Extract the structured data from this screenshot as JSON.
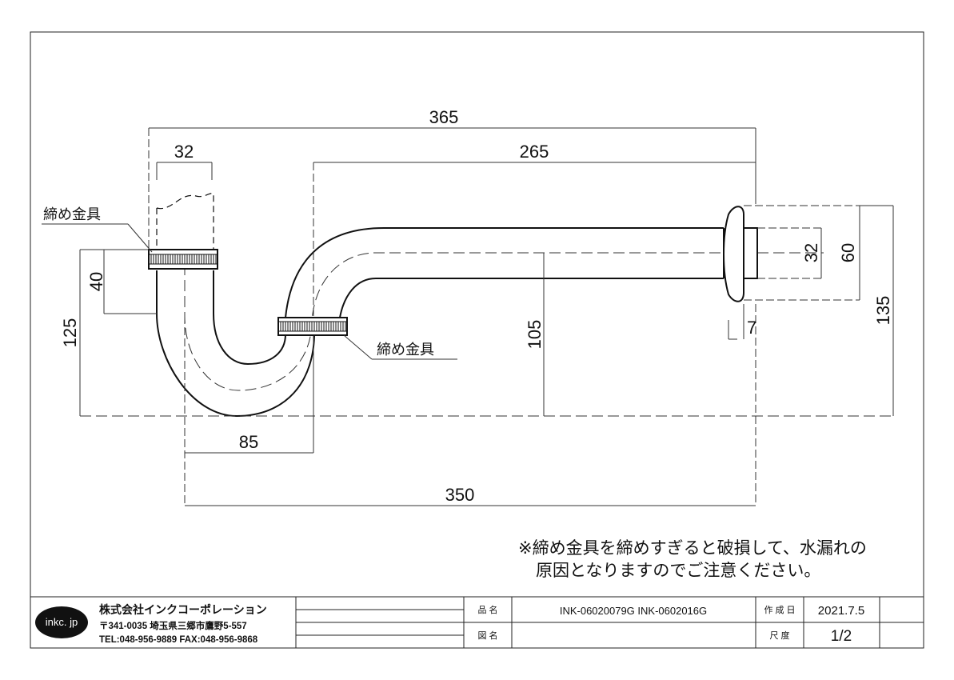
{
  "drawing": {
    "dimensions": {
      "d365": "365",
      "d265": "265",
      "d32_top": "32",
      "d40": "40",
      "d125": "125",
      "d105": "105",
      "d85": "85",
      "d350": "350",
      "d32_right": "32",
      "d60": "60",
      "d135": "135",
      "d7": "7"
    },
    "labels": {
      "fitting_left": "締め金具",
      "fitting_mid": "締め金具"
    },
    "note": {
      "line1": "※締め金具を締めすぎると破損して、水漏れの",
      "line2": "原因となりますのでご注意ください。"
    }
  },
  "title_block": {
    "logo_text": "inkc. jp",
    "company": "株式会社インクコーポレーション",
    "address": "〒341-0035 埼玉県三郷市鷹野5-557",
    "contact": "TEL:048-956-9889  FAX:048-956-9868",
    "part_name_label": "品 名",
    "part_name_value": "INK-06020079G  INK-0602016G",
    "drawing_name_label": "図 名",
    "drawing_name_value": "",
    "date_label": "作 成 日",
    "date_value": "2021.7.5",
    "scale_label": "尺 度",
    "scale_value": "1/2"
  }
}
